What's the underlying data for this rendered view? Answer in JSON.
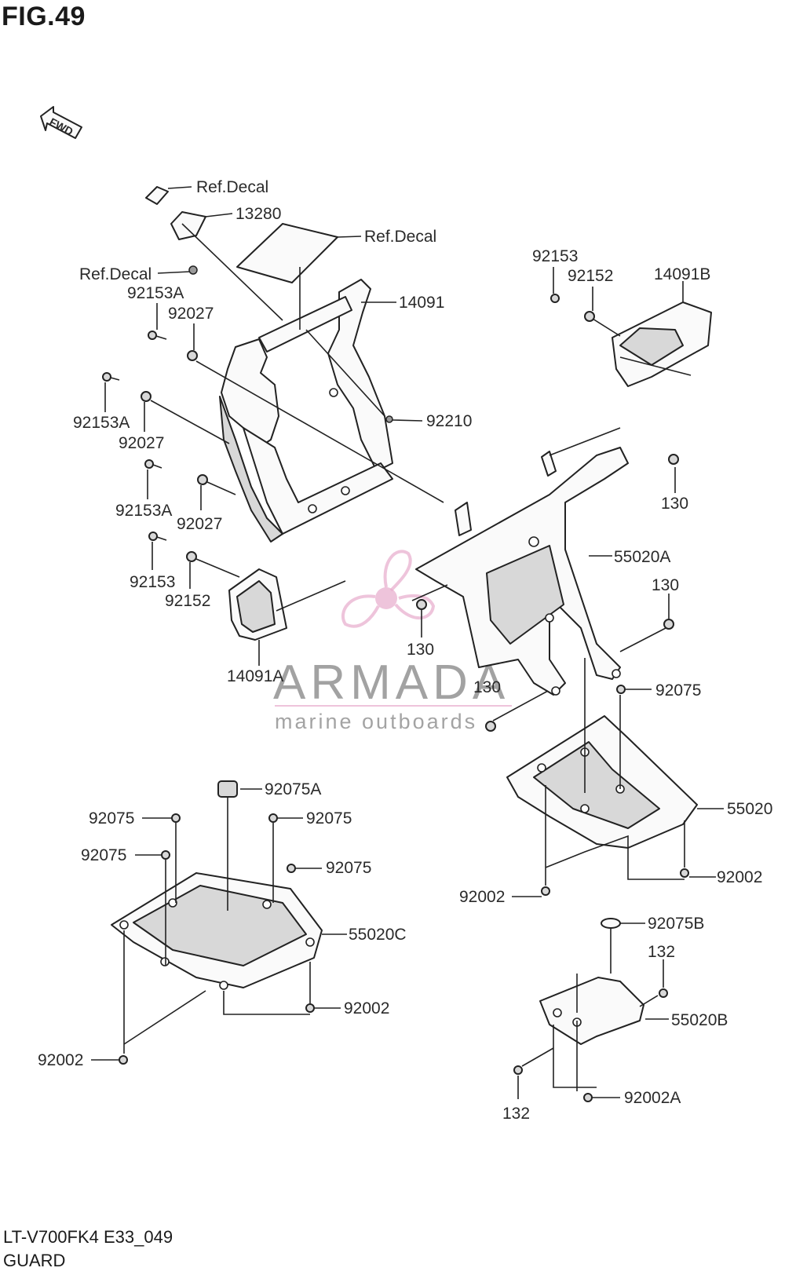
{
  "figure": {
    "title": "FIG.49",
    "model_code": "LT-V700FK4 E33_049",
    "section": "GUARD",
    "direction_marker": "FWD"
  },
  "watermark": {
    "brand": "ARMADA",
    "tagline": "marine outboards",
    "accent_color": "#e6a3c6"
  },
  "labels": {
    "ref_decal_top": "Ref.Decal",
    "p13280": "13280",
    "ref_decal_panel": "Ref.Decal",
    "ref_decal_left": "Ref.Decal",
    "p92153A_1": "92153A",
    "p92027_1": "92027",
    "p14091": "14091",
    "p92153_top": "92153",
    "p92152_top": "92152",
    "p14091B": "14091B",
    "p92153A_2": "92153A",
    "p92027_2": "92027",
    "p92210": "92210",
    "p92153A_3": "92153A",
    "p92027_3": "92027",
    "p130_a": "130",
    "p55020A": "55020A",
    "p92153_bot": "92153",
    "p92152_bot": "92152",
    "p130_b": "130",
    "p130_c": "130",
    "p14091A": "14091A",
    "p130_d": "130",
    "p92075_r": "92075",
    "p92075A": "92075A",
    "p92075_l1": "92075",
    "p92075_m": "92075",
    "p55020": "55020",
    "p92075_l2": "92075",
    "p92075_m2": "92075",
    "p92002_r1": "92002",
    "p92002_r2": "92002",
    "p55020C": "55020C",
    "p92075B": "92075B",
    "p132_a": "132",
    "p92002_c": "92002",
    "p55020B": "55020B",
    "p92002_l": "92002",
    "p92002A": "92002A",
    "p132_b": "132"
  }
}
